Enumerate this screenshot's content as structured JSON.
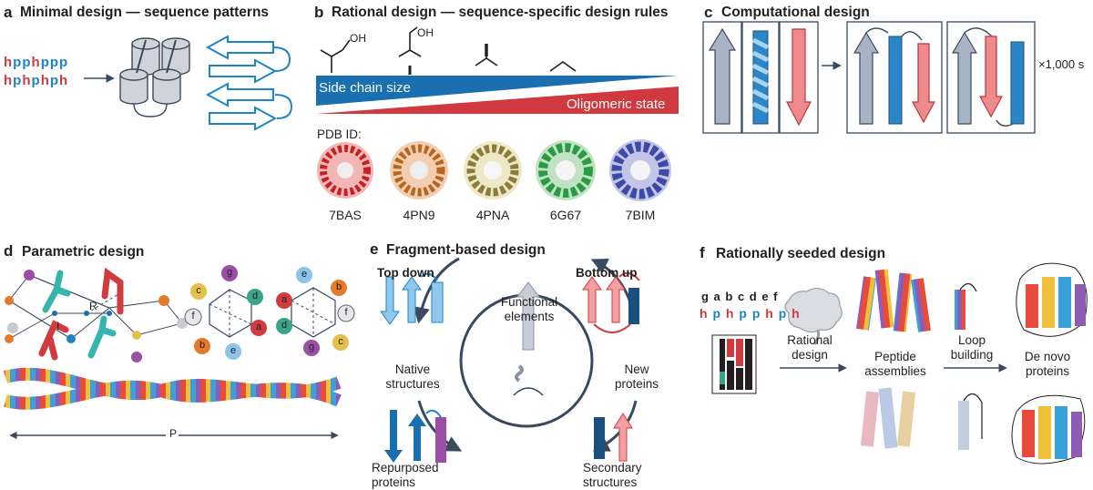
{
  "panels": {
    "a": {
      "letter": "a",
      "title": "Minimal design — sequence patterns",
      "seq1": [
        "h",
        "p",
        "p",
        "h",
        "p",
        "p",
        "p"
      ],
      "seq2": [
        "h",
        "p",
        "h",
        "p",
        "h",
        "p",
        "h"
      ]
    },
    "b": {
      "letter": "b",
      "title": "Rational design — sequence-specific design rules",
      "oh1": "OH",
      "oh2": "OH",
      "side_chain": "Side chain size",
      "oligomeric": "Oligomeric state",
      "pdb_label": "PDB ID:",
      "pdb_ids": [
        "7BAS",
        "4PN9",
        "4PNA",
        "6G67",
        "7BIM"
      ]
    },
    "c": {
      "letter": "c",
      "title": "Computational design",
      "multiplier": "×1,000 s"
    },
    "d": {
      "letter": "d",
      "title": "Parametric design",
      "r": "R",
      "i": "I",
      "p": "P",
      "wheel1": [
        "g",
        "c",
        "d",
        "f",
        "a",
        "b",
        "e"
      ],
      "wheel2": [
        "e",
        "b",
        "a",
        "f",
        "d",
        "g",
        "c"
      ]
    },
    "e": {
      "letter": "e",
      "title": "Fragment-based design",
      "top_down": "Top down",
      "bottom_up": "Bottom up",
      "functional": "Functional\nelements",
      "native": "Native\nstructures",
      "new_proteins": "New\nproteins",
      "repurposed": "Repurposed\nproteins",
      "secondary": "Secondary\nstructures"
    },
    "f": {
      "letter": "f",
      "title": "Rationally seeded design",
      "heptad": "g a b c d e f",
      "heptad_pattern": [
        "h",
        "p",
        "h",
        "p",
        "p",
        "h",
        "p",
        "h"
      ],
      "rational": "Rational\ndesign",
      "peptide": "Peptide\nassemblies",
      "loop": "Loop\nbuilding",
      "denovo": "De novo\nproteins"
    }
  },
  "colors": {
    "hydrophobic": "#d03c3f",
    "polar": "#1f84c5",
    "blue_band": "#1a6fb0",
    "red_band": "#d0393f",
    "strand_grey": "#a9b3c6",
    "strand_red": "#ef8a8c",
    "helix_blue": "#2a86c6"
  }
}
